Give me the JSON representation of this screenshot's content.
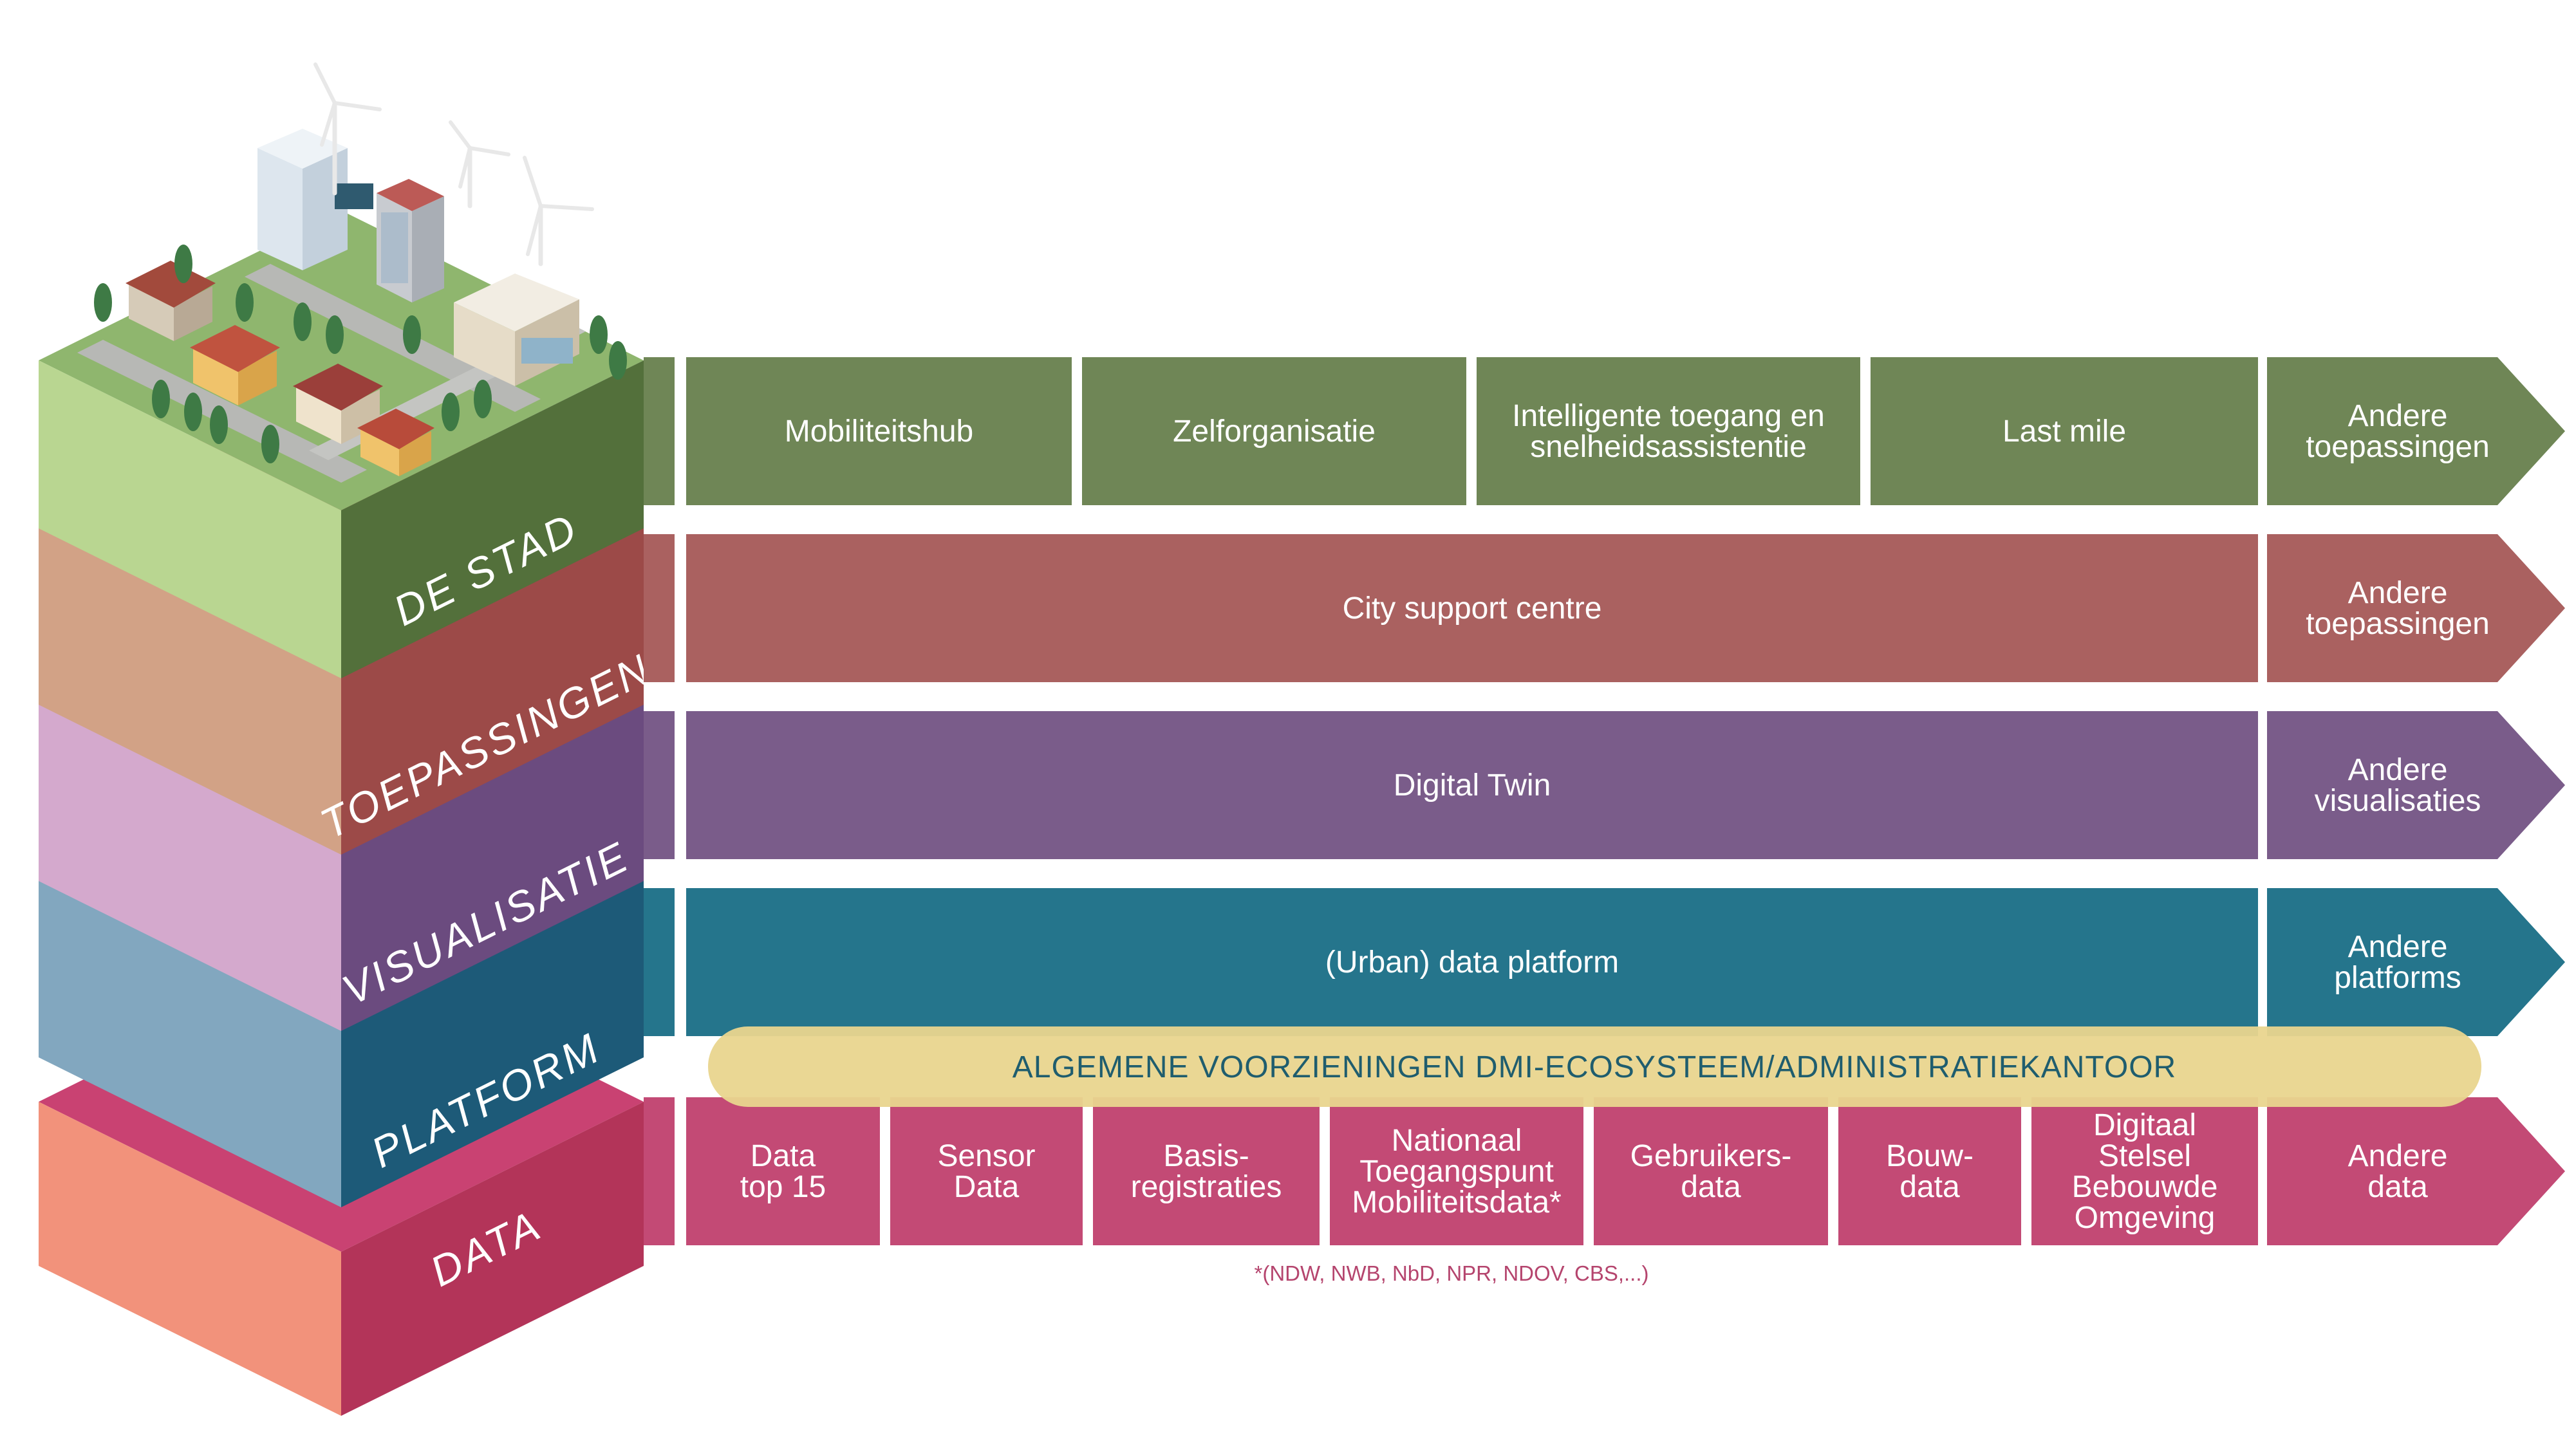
{
  "colors": {
    "stad": "#6f8656",
    "toepassingen": "#aa6160",
    "visualisatie": "#7a5c8a",
    "platform": "#25758c",
    "data": "#c34a75",
    "band": "#e9d58e",
    "band_text": "#1f5d6e",
    "footnote": "#b5456e"
  },
  "layers": [
    {
      "id": "stad",
      "title": "DE STAD",
      "cells": [
        {
          "lines": [
            "Mobiliteitshub"
          ]
        },
        {
          "lines": [
            "Zelforganisatie"
          ]
        },
        {
          "lines": [
            "Intelligente toegang en",
            "snelheidsassistentie"
          ]
        },
        {
          "lines": [
            "Last mile"
          ]
        }
      ],
      "other": [
        "Andere",
        "toepassingen"
      ]
    },
    {
      "id": "toepassingen",
      "title": "TOEPASSINGEN",
      "cells": [
        {
          "lines": [
            "City support centre"
          ]
        }
      ],
      "other": [
        "Andere",
        "toepassingen"
      ]
    },
    {
      "id": "visualisatie",
      "title": "VISUALISATIE",
      "cells": [
        {
          "lines": [
            "Digital Twin"
          ]
        }
      ],
      "other": [
        "Andere",
        "visualisaties"
      ]
    },
    {
      "id": "platform",
      "title": "PLATFORM",
      "cells": [
        {
          "lines": [
            "(Urban) data platform"
          ]
        }
      ],
      "other": [
        "Andere",
        "platforms"
      ]
    },
    {
      "id": "data",
      "title": "DATA",
      "cells": [
        {
          "lines": [
            "Data",
            "top 15"
          ]
        },
        {
          "lines": [
            "Sensor",
            "Data"
          ]
        },
        {
          "lines": [
            "Basis-",
            "registraties"
          ]
        },
        {
          "lines": [
            "Nationaal",
            "Toegangspunt",
            "Mobiliteitsdata*"
          ]
        },
        {
          "lines": [
            "Gebruikers-",
            "data"
          ]
        },
        {
          "lines": [
            "Bouw-",
            "data"
          ]
        },
        {
          "lines": [
            "Digitaal",
            "Stelsel",
            "Bebouwde",
            "Omgeving"
          ]
        }
      ],
      "other": [
        "Andere",
        "data"
      ]
    }
  ],
  "band": {
    "label": "ALGEMENE VOORZIENINGEN DMI-ECOSYSTEEM/ADMINISTRATIEKANTOOR"
  },
  "footnote": "*(NDW, NWB, NbD, NPR, NDOV, CBS,...)",
  "icons": [
    "city-illustration",
    "wind-turbine-icon"
  ]
}
